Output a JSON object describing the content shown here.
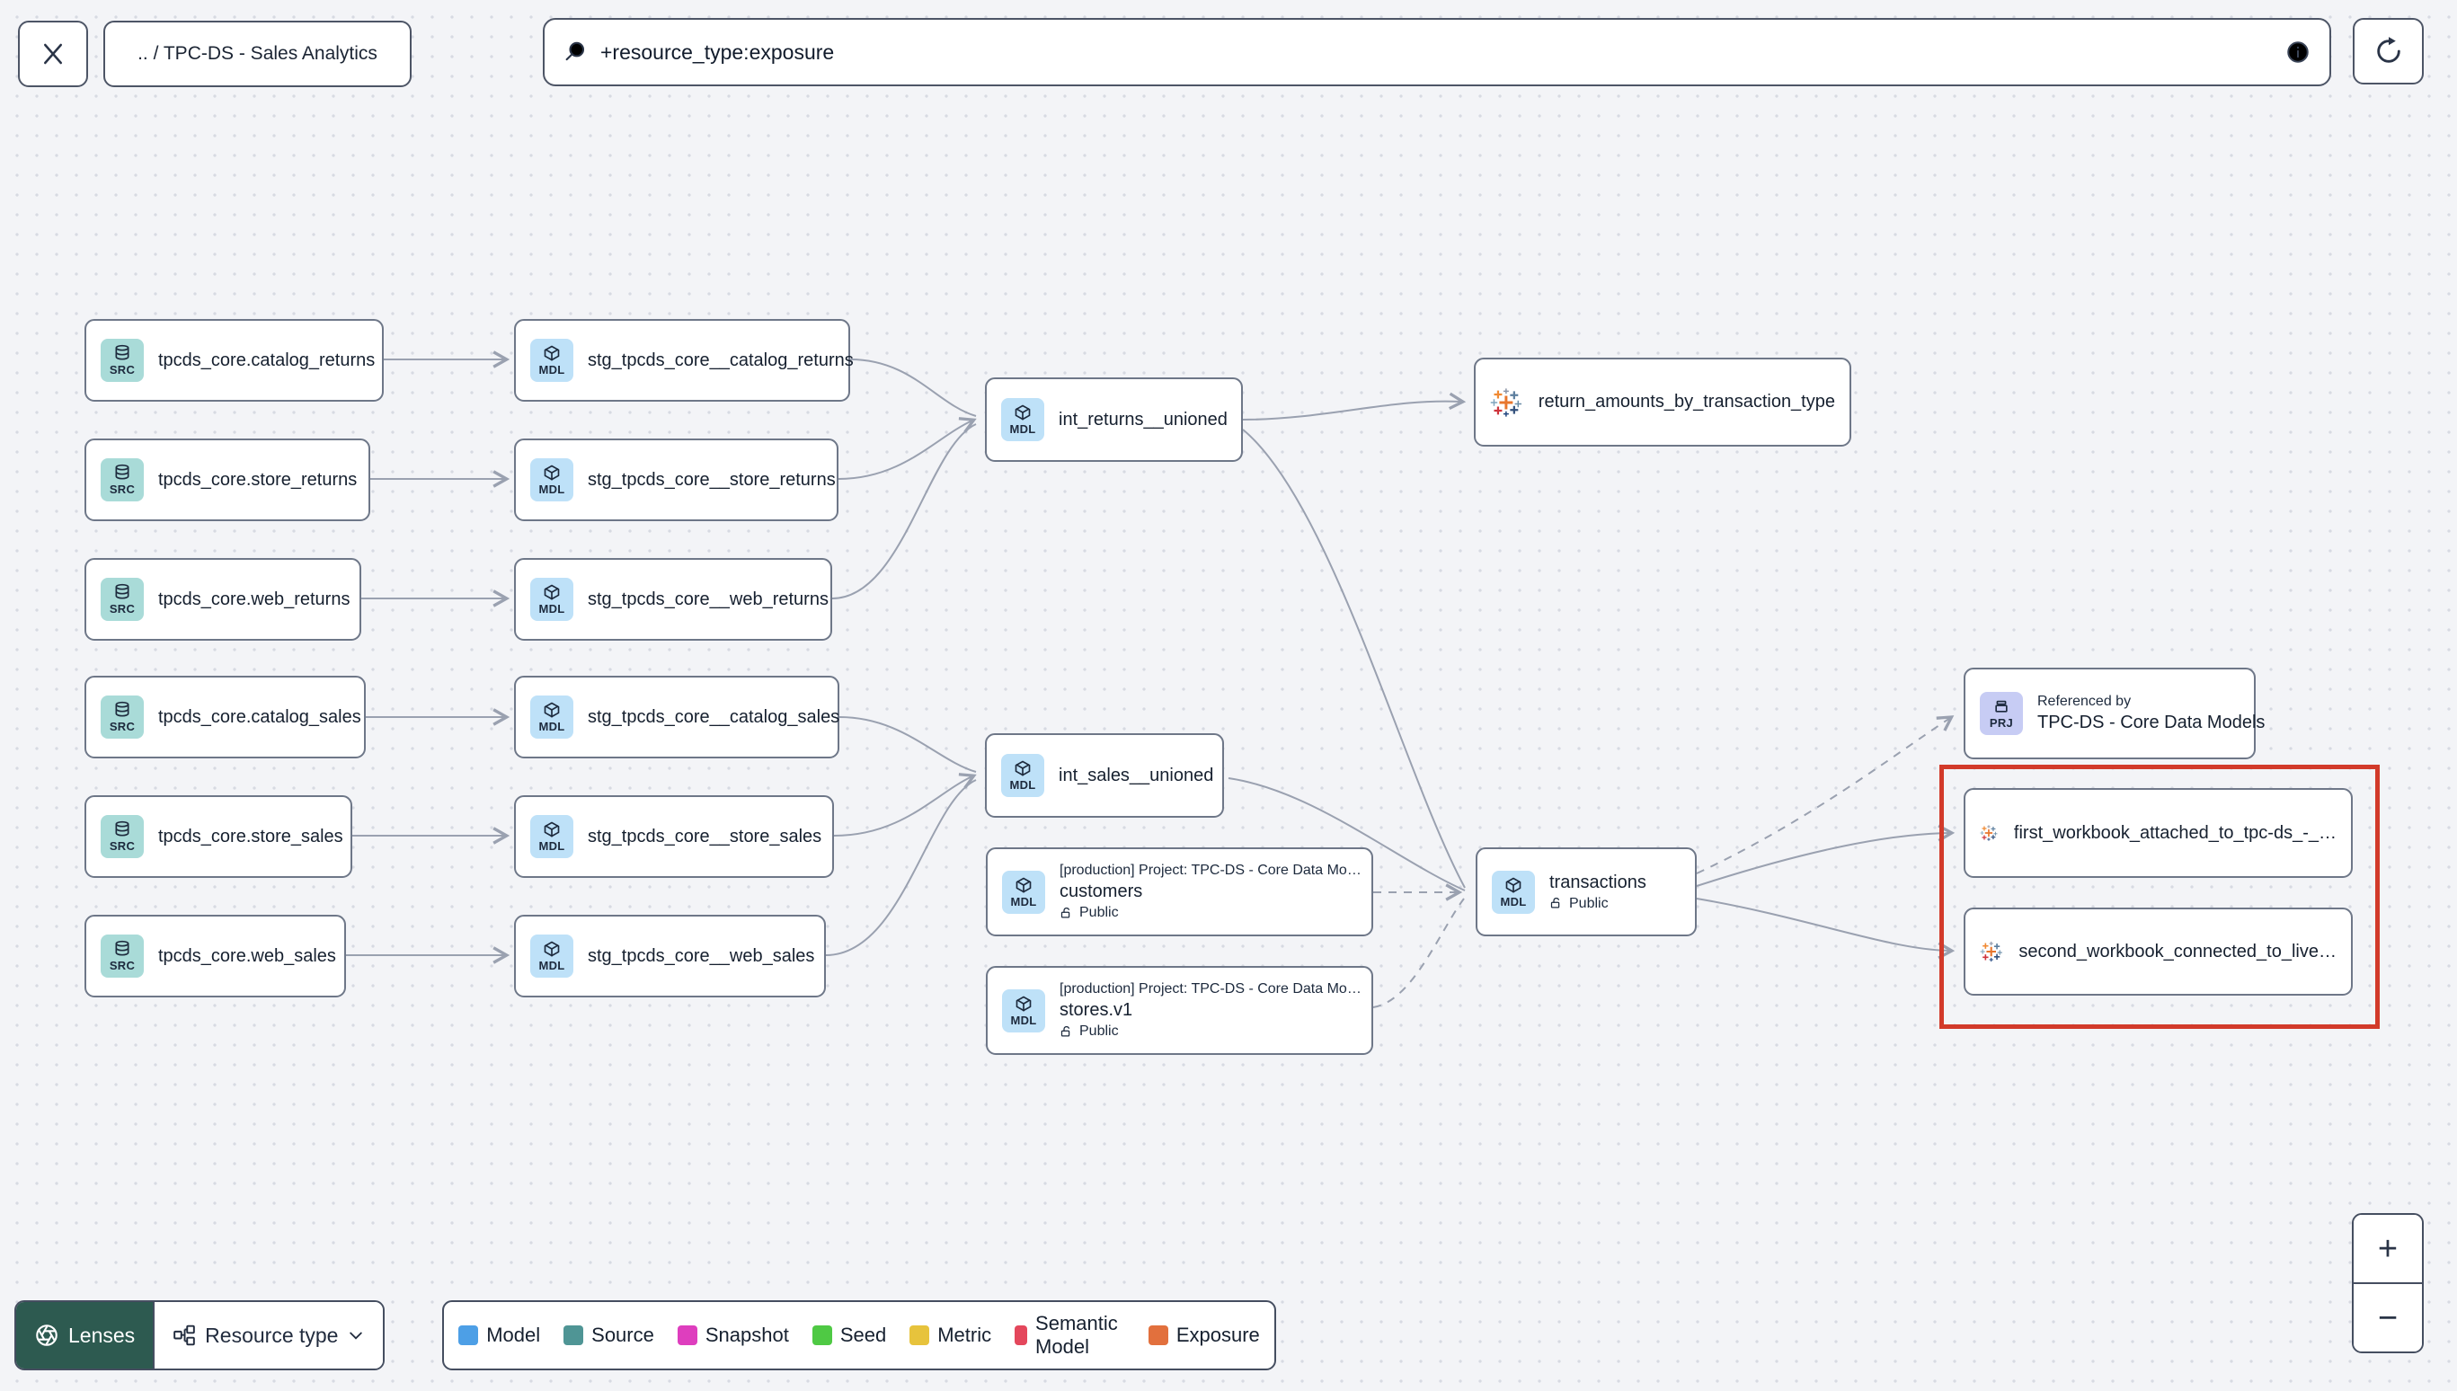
{
  "topbar": {
    "breadcrumb": ".. / TPC-DS - Sales Analytics",
    "search_value": "+resource_type:exposure"
  },
  "graph": {
    "badges": {
      "source": "SRC",
      "model": "MDL",
      "project": "PRJ"
    },
    "project_prefix": "[production] Project: TPC-DS - Core Data Mo…",
    "public_label": "Public",
    "referenced_by_title": "Referenced by",
    "nodes": [
      {
        "type": "source",
        "label": "tpcds_core.catalog_returns"
      },
      {
        "type": "source",
        "label": "tpcds_core.store_returns"
      },
      {
        "type": "source",
        "label": "tpcds_core.web_returns"
      },
      {
        "type": "source",
        "label": "tpcds_core.catalog_sales"
      },
      {
        "type": "source",
        "label": "tpcds_core.store_sales"
      },
      {
        "type": "source",
        "label": "tpcds_core.web_sales"
      },
      {
        "type": "model",
        "label": "stg_tpcds_core__catalog_returns"
      },
      {
        "type": "model",
        "label": "stg_tpcds_core__store_returns"
      },
      {
        "type": "model",
        "label": "stg_tpcds_core__web_returns"
      },
      {
        "type": "model",
        "label": "stg_tpcds_core__catalog_sales"
      },
      {
        "type": "model",
        "label": "stg_tpcds_core__store_sales"
      },
      {
        "type": "model",
        "label": "stg_tpcds_core__web_sales"
      },
      {
        "type": "model",
        "label": "int_returns__unioned"
      },
      {
        "type": "model",
        "label": "int_sales__unioned"
      },
      {
        "type": "model",
        "label": "customers"
      },
      {
        "type": "model",
        "label": "stores.v1"
      },
      {
        "type": "model",
        "label": "transactions"
      },
      {
        "type": "exposure",
        "label": "return_amounts_by_transaction_type"
      },
      {
        "type": "project",
        "label": "TPC-DS - Core Data Models"
      },
      {
        "type": "exposure",
        "label": "first_workbook_attached_to_tpc-ds_-_…"
      },
      {
        "type": "exposure",
        "label": "second_workbook_connected_to_live…"
      }
    ],
    "colors": {
      "source_chip": "#a9dbd8",
      "model_chip": "#bee1f8",
      "project_chip": "#c7ccf4",
      "edge": "#9aa1b0",
      "highlight": "#d23a2a"
    }
  },
  "footer": {
    "lenses_label": "Lenses",
    "resource_type_label": "Resource type",
    "lenses_bg": "#2d5a50",
    "legend": [
      {
        "label": "Model",
        "color": "#4d9fe6"
      },
      {
        "label": "Source",
        "color": "#4f9595"
      },
      {
        "label": "Snapshot",
        "color": "#de3ebe"
      },
      {
        "label": "Seed",
        "color": "#4fc944"
      },
      {
        "label": "Metric",
        "color": "#e7c33c"
      },
      {
        "label": "Semantic Model",
        "color": "#e4475c"
      },
      {
        "label": "Exposure",
        "color": "#e2703d"
      }
    ]
  },
  "zoom": {
    "in": "+",
    "out": "−"
  }
}
